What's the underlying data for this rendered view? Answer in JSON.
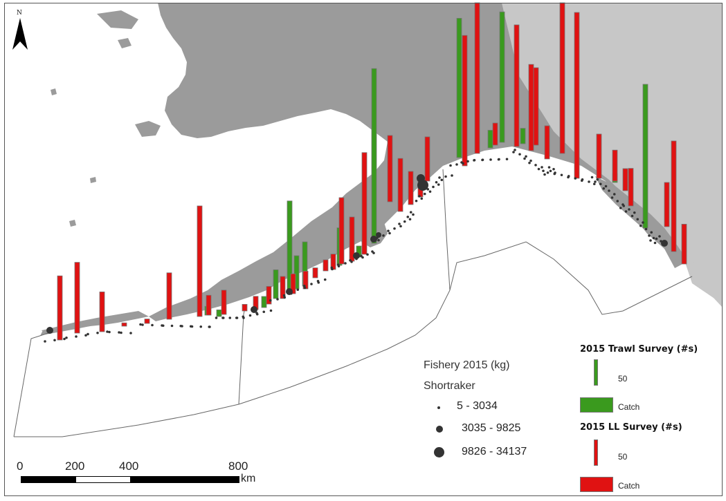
{
  "colors": {
    "land": "#9b9b9b",
    "canada": "#c7c7c7",
    "trawl": "#3a9a1e",
    "ll": "#e01212",
    "point": "#333333",
    "ocean": "#ffffff"
  },
  "north_arrow": {
    "label": "N"
  },
  "fishery_legend": {
    "title": "Fishery 2015 (kg)",
    "species": "Shortraker",
    "classes": [
      {
        "label": "5 - 3034",
        "size": "small"
      },
      {
        "label": "3035 - 9825",
        "size": "medium"
      },
      {
        "label": "9826 - 34137",
        "size": "large"
      }
    ]
  },
  "trawl_legend": {
    "title": "2015 Trawl Survey (#s)",
    "value_label": "50",
    "catch_label": "Catch",
    "color": "#3a9a1e"
  },
  "ll_legend": {
    "title": "2015 LL Survey (#s)",
    "value_label": "50",
    "catch_label": "Catch",
    "color": "#e01212"
  },
  "scale": {
    "labels": [
      "0",
      "200",
      "400",
      "800"
    ],
    "unit": "km"
  },
  "ll_bars": [
    {
      "value": 58
    },
    {
      "value": 64
    },
    {
      "value": 36
    },
    {
      "value": 3
    },
    {
      "value": 4
    },
    {
      "value": 42
    },
    {
      "value": 100
    },
    {
      "value": 18
    },
    {
      "value": 22
    },
    {
      "value": 6
    },
    {
      "value": 12
    },
    {
      "value": 16
    },
    {
      "value": 20
    },
    {
      "value": 18
    },
    {
      "value": 16
    },
    {
      "value": 9
    },
    {
      "value": 10
    },
    {
      "value": 14
    },
    {
      "value": 60
    },
    {
      "value": 40
    },
    {
      "value": 92
    },
    {
      "value": 60
    },
    {
      "value": 48
    },
    {
      "value": 30
    },
    {
      "value": 14
    },
    {
      "value": 40
    },
    {
      "value": 200
    },
    {
      "value": 118
    },
    {
      "value": 20
    },
    {
      "value": 110
    },
    {
      "value": 78
    },
    {
      "value": 70
    },
    {
      "value": 30
    },
    {
      "value": 200
    },
    {
      "value": 150
    },
    {
      "value": 40
    },
    {
      "value": 28
    },
    {
      "value": 20
    },
    {
      "value": 34
    },
    {
      "value": 40
    },
    {
      "value": 100
    },
    {
      "value": 36
    }
  ],
  "trawl_bars": [
    {
      "value": 8
    },
    {
      "value": 6
    },
    {
      "value": 10
    },
    {
      "value": 82
    },
    {
      "value": 30
    },
    {
      "value": 26
    },
    {
      "value": 40
    },
    {
      "value": 34
    },
    {
      "value": 10
    },
    {
      "value": 158
    },
    {
      "value": 126
    },
    {
      "value": 16
    },
    {
      "value": 118
    },
    {
      "value": 14
    },
    {
      "value": 130
    },
    {
      "value": 8
    }
  ],
  "fishery_points_large": [
    {
      "count": 4
    }
  ]
}
